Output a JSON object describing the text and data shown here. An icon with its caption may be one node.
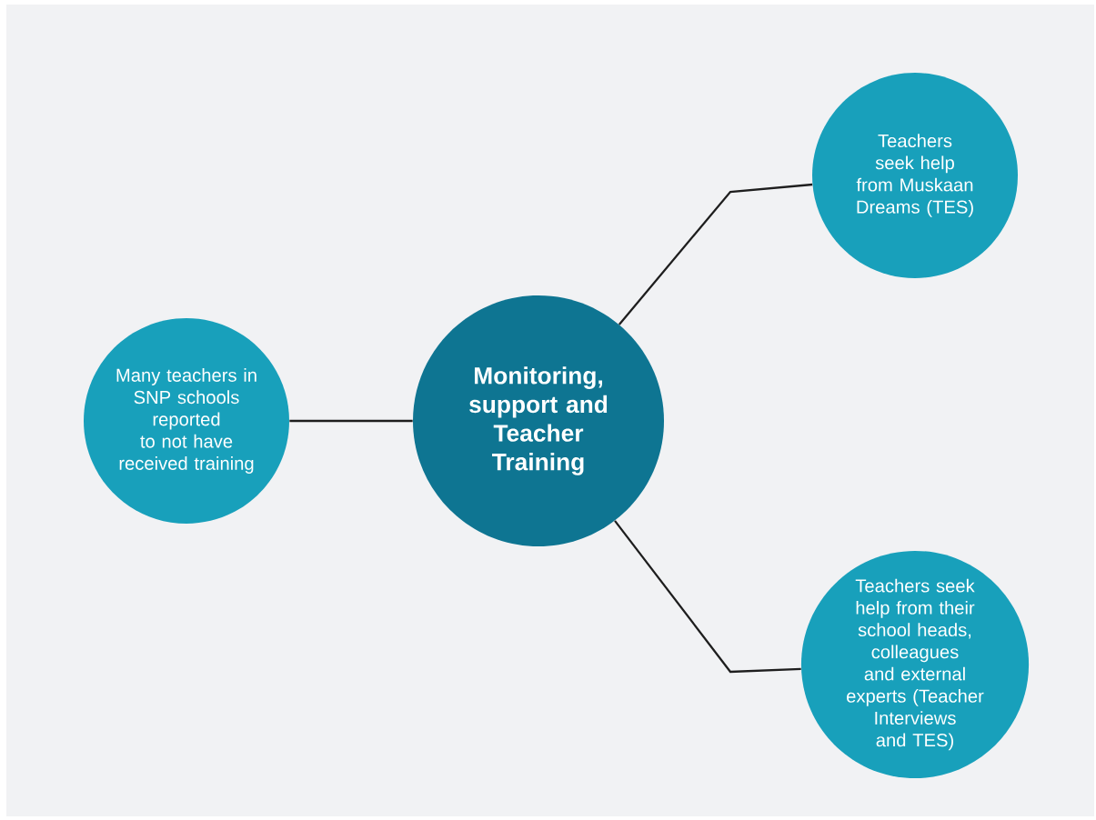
{
  "diagram": {
    "nodes": [
      {
        "text": [
          "Monitoring, support and Teacher Training"
        ]
      },
      {
        "text": [
          "Many teachers in SNP schools reported to not have received training"
        ]
      },
      {
        "text": [
          "Teachers seek help from Muskaan Dreams (TES)"
        ]
      },
      {
        "text": [
          "Teachers seek help from their school heads, colleagues and external experts (Teacher Interviews and TES)"
        ]
      }
    ],
    "edges": [
      {
        "from": 0,
        "to": 1,
        "arrow": "none"
      },
      {
        "from": 0,
        "to": 2,
        "arrow": "none"
      },
      {
        "from": 0,
        "to": 3,
        "arrow": "none"
      }
    ]
  }
}
